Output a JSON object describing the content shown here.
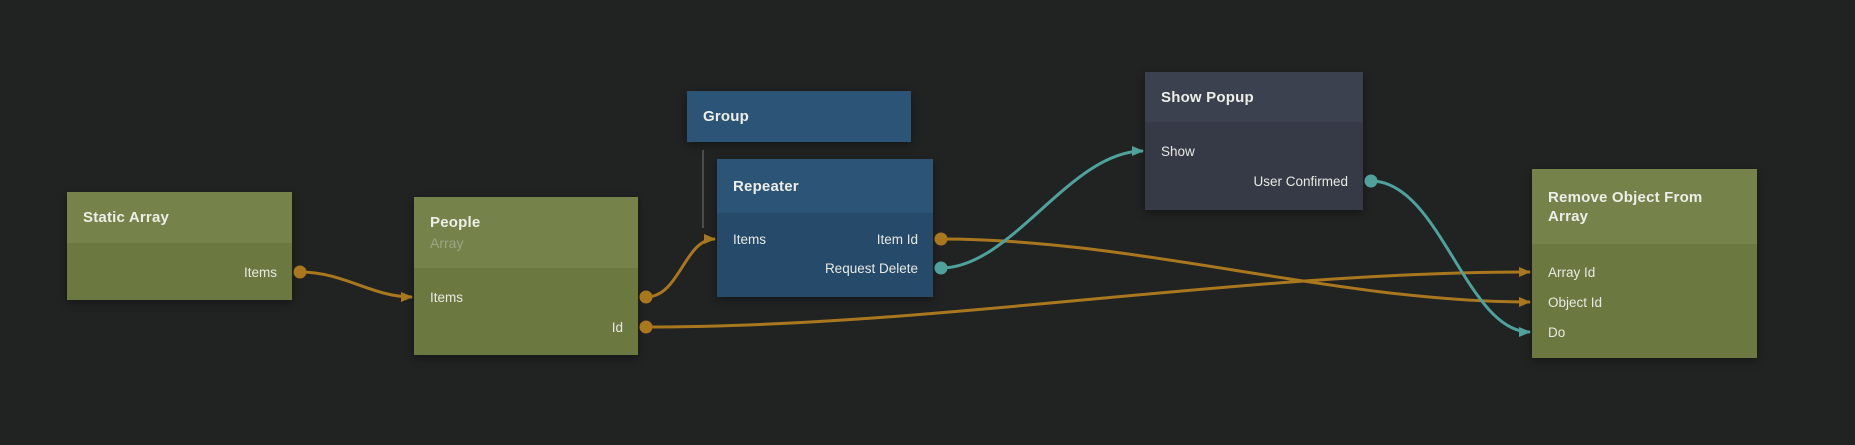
{
  "app": {
    "view": "node-graph-canvas"
  },
  "colors": {
    "background": "#212222",
    "green_node_header": "#75834a",
    "green_node_body": "#6b7941",
    "blue_node_header": "#2b5476",
    "blue_node_body": "#254a6a",
    "gray_node_header": "#3c414f",
    "gray_node_body": "#353a46",
    "data_connection_orange": "#a9771e",
    "signal_connection_teal": "#4fa29b"
  },
  "nodes": {
    "static_array": {
      "title": "Static Array",
      "rows": [
        {
          "right": "Items"
        }
      ]
    },
    "people": {
      "title": "People",
      "subtitle": "Array",
      "rows": [
        {
          "left": "Items"
        },
        {
          "right": "Id"
        }
      ]
    },
    "group": {
      "title": "Group"
    },
    "repeater": {
      "title": "Repeater",
      "rows": [
        {
          "left": "Items",
          "right": "Item Id"
        },
        {
          "right": "Request Delete"
        }
      ]
    },
    "show_popup": {
      "title": "Show Popup",
      "rows": [
        {
          "left": "Show"
        },
        {
          "right": "User Confirmed"
        }
      ]
    },
    "remove_object_from_array": {
      "title": "Remove Object From Array",
      "rows": [
        {
          "left": "Array Id"
        },
        {
          "left": "Object Id"
        },
        {
          "left": "Do"
        }
      ]
    }
  },
  "connections": [
    {
      "from": "Static Array.Items",
      "to": "People.Items",
      "color": "#a9771e"
    },
    {
      "from": "People.Items",
      "to": "Repeater.Items",
      "color": "#a9771e"
    },
    {
      "from": "People.Id",
      "to": "Remove Object From Array.Array Id",
      "color": "#a9771e"
    },
    {
      "from": "Repeater.Item Id",
      "to": "Remove Object From Array.Object Id",
      "color": "#a9771e"
    },
    {
      "from": "Repeater.Request Delete",
      "to": "Show Popup.Show",
      "color": "#4fa29b"
    },
    {
      "from": "Show Popup.User Confirmed",
      "to": "Remove Object From Array.Do",
      "color": "#4fa29b"
    }
  ],
  "hierarchy": [
    {
      "parent": "Group",
      "child": "Repeater"
    }
  ]
}
